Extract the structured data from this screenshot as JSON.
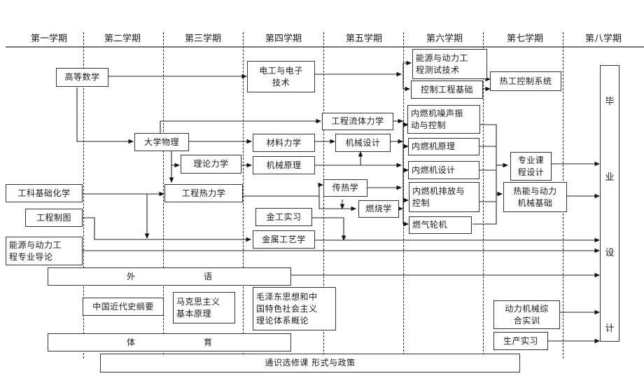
{
  "semesters": [
    "第一学期",
    "第二学期",
    "第三学期",
    "第四学期",
    "第五学期",
    "第六学期",
    "第七学期",
    "第八学期"
  ],
  "courses": {
    "advanced_math": "高等数学",
    "college_physics": "大学物理",
    "engineering_chemistry": "工科基础化学",
    "engineering_drawing": "工程制图",
    "major_intro": "能源与动力工\n程专业导论",
    "theoretical_mechanics": "理论力学",
    "engineering_thermo": "工程热力学",
    "electrical_electronics": "电工与电子\n技术",
    "material_mechanics": "材料力学",
    "mechanical_principles": "机械原理",
    "metalwork_practice": "金工实习",
    "metal_technology": "金属工艺学",
    "engineering_fluid": "工程流体力学",
    "mechanical_design": "机械设计",
    "heat_transfer": "传热学",
    "combustion": "燃烧学",
    "measurement_tech": "能源与动力工\n程测试技术",
    "control_basics": "控制工程基础",
    "ice_noise": "内燃机噪声振\n动与控制",
    "ice_principles": "内燃机原理",
    "ice_design": "内燃机设计",
    "ice_emission": "内燃机排放与\n控制",
    "gas_turbine": "燃气轮机",
    "thermal_control": "热工控制系统",
    "course_project": "专业课\n程设计",
    "thermal_machinery": "热能与动力\n机械基础",
    "machinery_training": "动力机械综\n合实训",
    "production_practice": "生产实习",
    "modern_history": "中国近代史纲要",
    "marxism": "马克思主义\n基本原理",
    "mao_theory": "毛泽东思想和中\n国特色社会主义\n理论体系概论",
    "foreign_lang_1": "外",
    "foreign_lang_2": "语",
    "pe_1": "体",
    "pe_2": "育",
    "general_electives": "通识选修课  形式与政策"
  },
  "graduation": [
    "毕",
    "业",
    "设",
    "计"
  ]
}
